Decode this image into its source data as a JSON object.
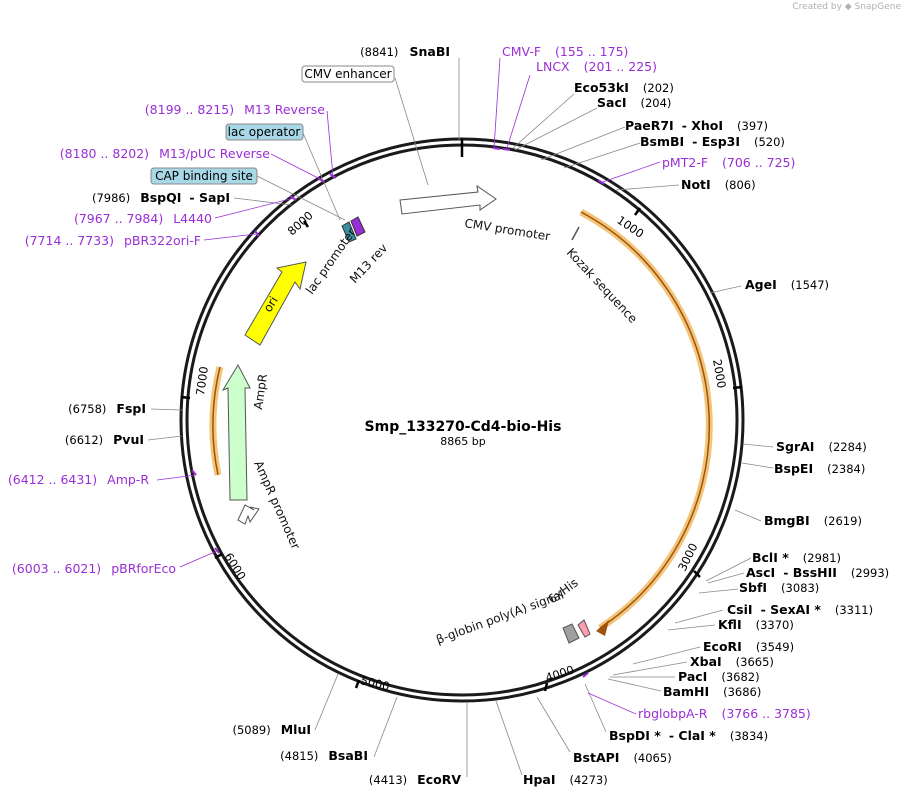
{
  "credit": {
    "prefix": "Created by",
    "brand": "SnapGene"
  },
  "plasmid": {
    "name": "Smp_133270-Cd4-bio-His",
    "size_label": "8865 bp"
  },
  "ticks": [
    "1000",
    "2000",
    "3000",
    "4000",
    "5000",
    "6000",
    "7000",
    "8000"
  ],
  "sites": [
    {
      "name": "SnaBI",
      "pos": "(8841)"
    },
    {
      "name": "Eco53kI",
      "pos": "(202)"
    },
    {
      "name": "SacI",
      "pos": "(204)"
    },
    {
      "name": "PaeR7I",
      "name2": "XhoI",
      "pos": "(397)"
    },
    {
      "name": "BsmBI",
      "name2": "Esp3I",
      "pos": "(520)"
    },
    {
      "name": "NotI",
      "pos": "(806)"
    },
    {
      "name": "AgeI",
      "pos": "(1547)"
    },
    {
      "name": "SgrAI",
      "pos": "(2284)"
    },
    {
      "name": "BspEI",
      "pos": "(2384)"
    },
    {
      "name": "BmgBI",
      "pos": "(2619)"
    },
    {
      "name": "BclI *",
      "pos": "(2981)"
    },
    {
      "name": "AscI",
      "name2": "BssHII",
      "pos": "(2993)"
    },
    {
      "name": "SbfI",
      "pos": "(3083)"
    },
    {
      "name": "CsiI",
      "name2": "SexAI *",
      "pos": "(3311)"
    },
    {
      "name": "KflI",
      "pos": "(3370)"
    },
    {
      "name": "EcoRI",
      "pos": "(3549)"
    },
    {
      "name": "XbaI",
      "pos": "(3665)"
    },
    {
      "name": "PacI",
      "pos": "(3682)"
    },
    {
      "name": "BamHI",
      "pos": "(3686)"
    },
    {
      "name": "BspDI *",
      "name2": "ClaI *",
      "pos": "(3834)"
    },
    {
      "name": "BstAPI",
      "pos": "(4065)"
    },
    {
      "name": "HpaI",
      "pos": "(4273)"
    },
    {
      "name": "EcoRV",
      "pos": "(4413)"
    },
    {
      "name": "BsaBI",
      "pos": "(4815)"
    },
    {
      "name": "MluI",
      "pos": "(5089)"
    },
    {
      "name": "PvuI",
      "pos": "(6612)"
    },
    {
      "name": "FspI",
      "pos": "(6758)"
    },
    {
      "name": "BspQI",
      "name2": "SapI",
      "pos": "(7986)"
    }
  ],
  "primers": [
    {
      "name": "CMV-F",
      "range": "(155 .. 175)"
    },
    {
      "name": "LNCX",
      "range": "(201 .. 225)"
    },
    {
      "name": "pMT2-F",
      "range": "(706 .. 725)"
    },
    {
      "name": "rbglobpA-R",
      "range": "(3766 .. 3785)"
    },
    {
      "name": "pBRforEco",
      "range": "(6003 .. 6021)"
    },
    {
      "name": "Amp-R",
      "range": "(6412 .. 6431)"
    },
    {
      "name": "pBR322ori-F",
      "range": "(7714 .. 7733)"
    },
    {
      "name": "L4440",
      "range": "(7967 .. 7984)"
    },
    {
      "name": "M13/pUC Reverse",
      "range": "(8180 .. 8202)"
    },
    {
      "name": "M13 Reverse",
      "range": "(8199 .. 8215)"
    }
  ],
  "boxed_features": [
    "CMV enhancer",
    "lac operator",
    "CAP binding site"
  ],
  "features": [
    "CMV promoter",
    "Kozak sequence",
    "6xHis",
    "β-globin poly(A) signal",
    "ori",
    "AmpR",
    "AmpR promoter",
    "lac promoter",
    "M13 rev"
  ],
  "colors": {
    "ring": "#1a1a1a",
    "primer": "#9a2ed6",
    "orf_outline": "#f2c57a",
    "orf_arrow": "#a0520a",
    "ori": "#ffff00",
    "ampr": "#ccffcc",
    "boxed_fill": "#a8d8e8",
    "his_tag": "#ff9fb0",
    "polyA": "#a0a0a0"
  }
}
